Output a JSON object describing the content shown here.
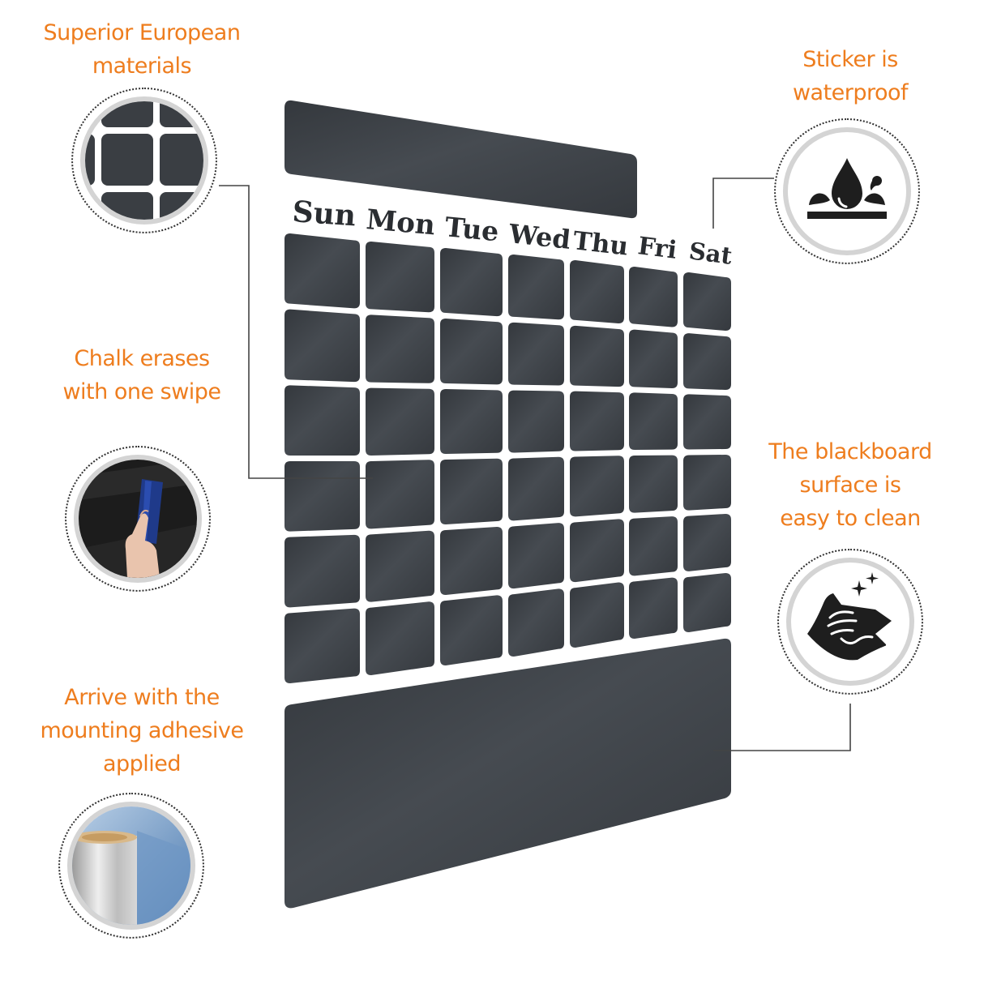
{
  "features": {
    "materials": {
      "caption": "Superior European\nmaterials",
      "icon": "calendar-grid-closeup"
    },
    "waterproof": {
      "caption": "Sticker is\nwaterproof",
      "icon": "water-drop-icon"
    },
    "chalk": {
      "caption": "Chalk erases\nwith one swipe",
      "icon": "eraser-hand-photo"
    },
    "clean": {
      "caption": "The blackboard\nsurface is\neasy to clean",
      "icon": "wiping-hand-icon"
    },
    "adhesive": {
      "caption": "Arrive with the\nmounting adhesive\napplied",
      "icon": "adhesive-roll-photo"
    }
  },
  "calendar": {
    "days": [
      "Sun",
      "Mon",
      "Tue",
      "Wed",
      "Thu",
      "Fri",
      "Sat"
    ],
    "rows": 6,
    "columns": 7
  },
  "colors": {
    "accent": "#ee7d1e",
    "chalkboard": "#3a3e43",
    "ring": "#d4d4d4",
    "connector": "#444444"
  }
}
